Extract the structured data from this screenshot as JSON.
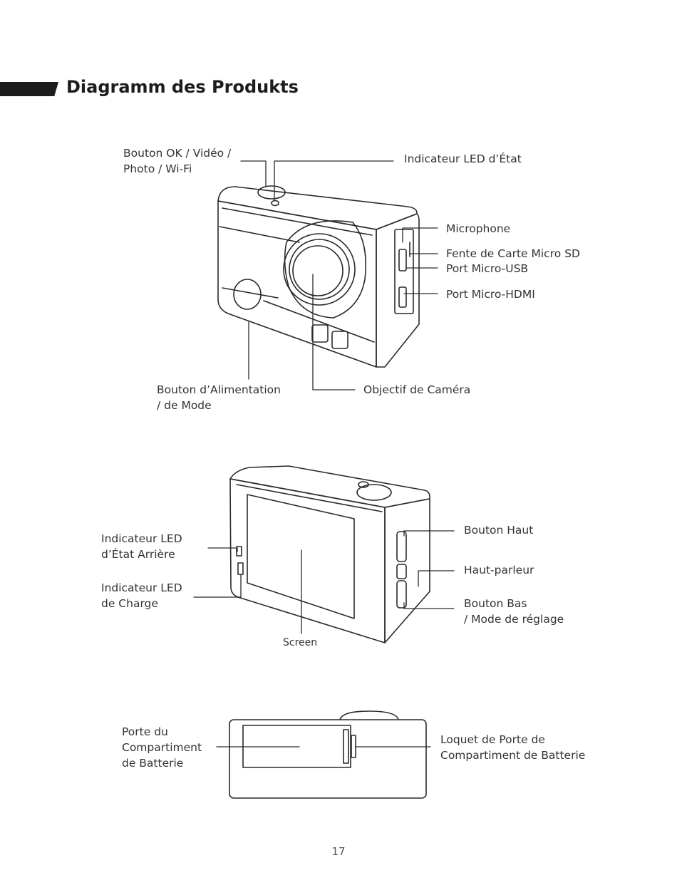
{
  "title": "Diagramm des Produkts",
  "page_number": "17",
  "front_view": {
    "ok_button": [
      "Bouton OK / Vidéo /",
      "Photo / Wi-Fi"
    ],
    "status_led": "Indicateur LED d’État",
    "microphone": "Microphone",
    "sd_slot": "Fente de Carte Micro SD",
    "usb_port": "Port Micro-USB",
    "hdmi_port": "Port Micro-HDMI",
    "power_button": [
      "Bouton d’Alimentation",
      "/ de Mode"
    ],
    "lens": "Objectif de Caméra"
  },
  "back_view": {
    "rear_led": [
      "Indicateur LED",
      "d’État Arrière"
    ],
    "charge_led": [
      "Indicateur LED",
      "de Charge"
    ],
    "screen": "Screen",
    "up_button": "Bouton Haut",
    "speaker": "Haut-parleur",
    "down_button": [
      "Bouton Bas",
      "/ Mode de réglage"
    ]
  },
  "bottom_view": {
    "battery_door": [
      "Porte du",
      "Compartiment",
      "de Batterie"
    ],
    "door_latch": [
      "Loquet de Porte de",
      "Compartiment de Batterie"
    ]
  }
}
